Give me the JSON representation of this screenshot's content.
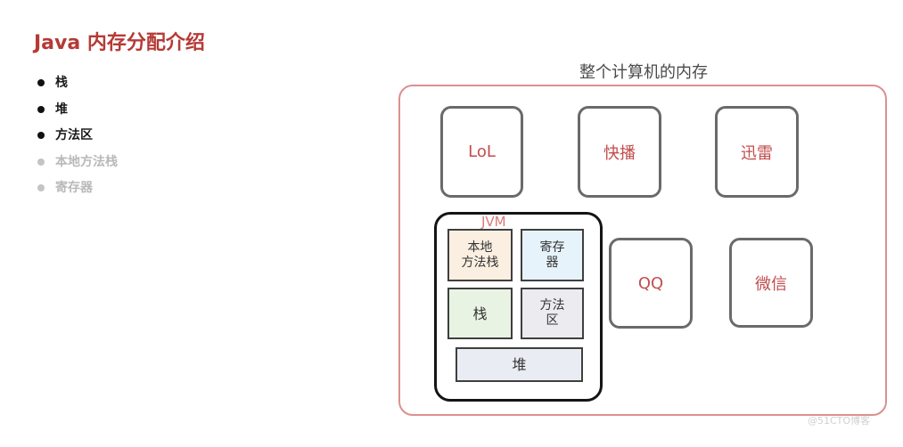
{
  "title": "Java 内存分配介绍",
  "bullets": [
    {
      "label": "栈",
      "state": "active"
    },
    {
      "label": "堆",
      "state": "active"
    },
    {
      "label": "方法区",
      "state": "active"
    },
    {
      "label": "本地方法栈",
      "state": "dim"
    },
    {
      "label": "寄存器",
      "state": "dim"
    }
  ],
  "diagram": {
    "caption": "整个计算机的内存",
    "apps": [
      "LoL",
      "快播",
      "迅雷",
      "QQ",
      "微信"
    ],
    "jvm": {
      "label": "JVM",
      "areas": {
        "native_stack": "本地\n方法栈",
        "registers": "寄存\n器",
        "stack": "栈",
        "method_area": "方法\n区",
        "heap": "堆"
      }
    }
  },
  "watermark": "@51CTO博客",
  "colors": {
    "title": "#b53a36",
    "frame": "#dc8f8f",
    "app_text": "#c24d4d",
    "native_stack_fill": "#fbefe2",
    "registers_fill": "#e6f3fb",
    "stack_fill": "#e9f3e3",
    "method_area_fill": "#ececf0",
    "heap_fill": "#e9ecf2"
  }
}
